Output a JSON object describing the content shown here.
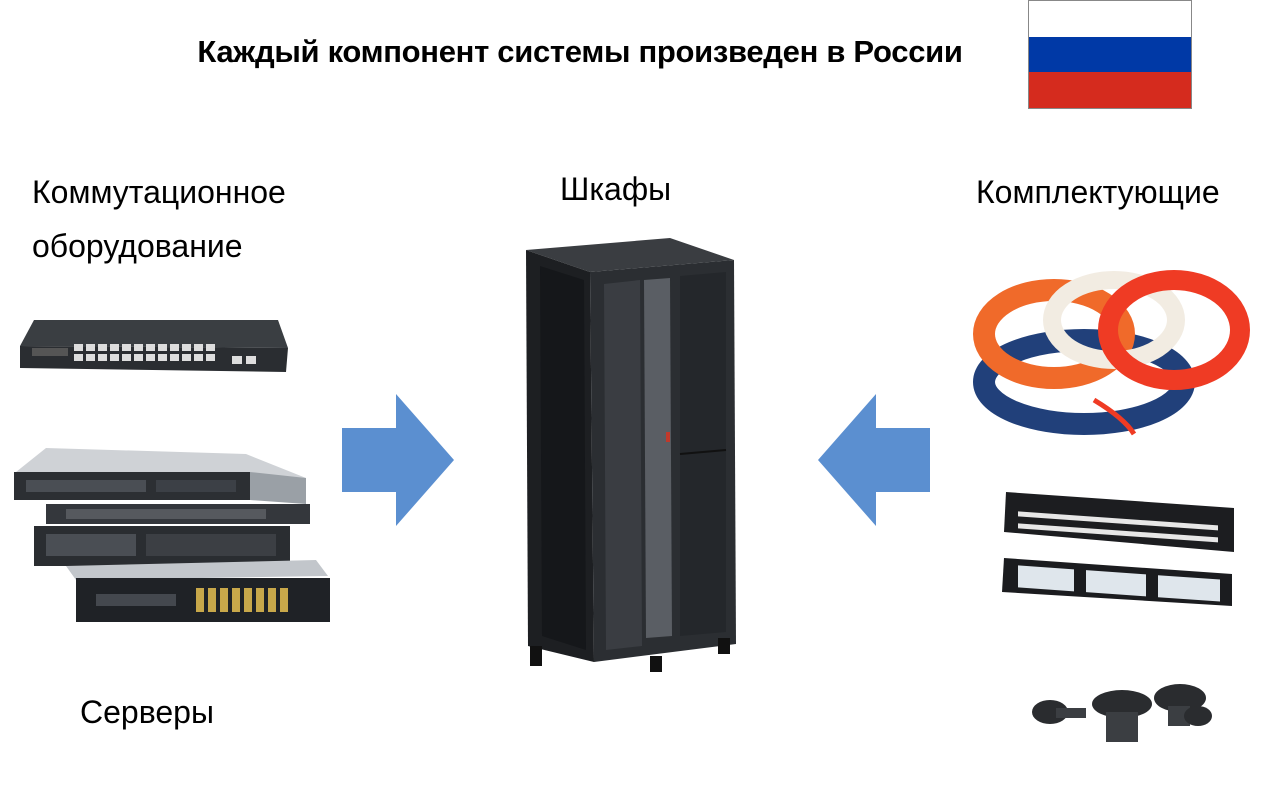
{
  "slide": {
    "title": "Каждый компонент системы произведен в России",
    "labels": {
      "switching": [
        "Коммутационное",
        "оборудование"
      ],
      "servers": "Серверы",
      "cabinets": "Шкафы",
      "components": "Комплектующие"
    },
    "flag": {
      "colors": [
        "#ffffff",
        "#0039a6",
        "#d52b1e"
      ]
    },
    "arrow_color": "#5b8fd0",
    "icons": [
      "network-switch-icon",
      "rack-servers-icon",
      "server-cabinet-icon",
      "cable-coils-icon",
      "patch-panel-icon",
      "screws-icon"
    ]
  }
}
